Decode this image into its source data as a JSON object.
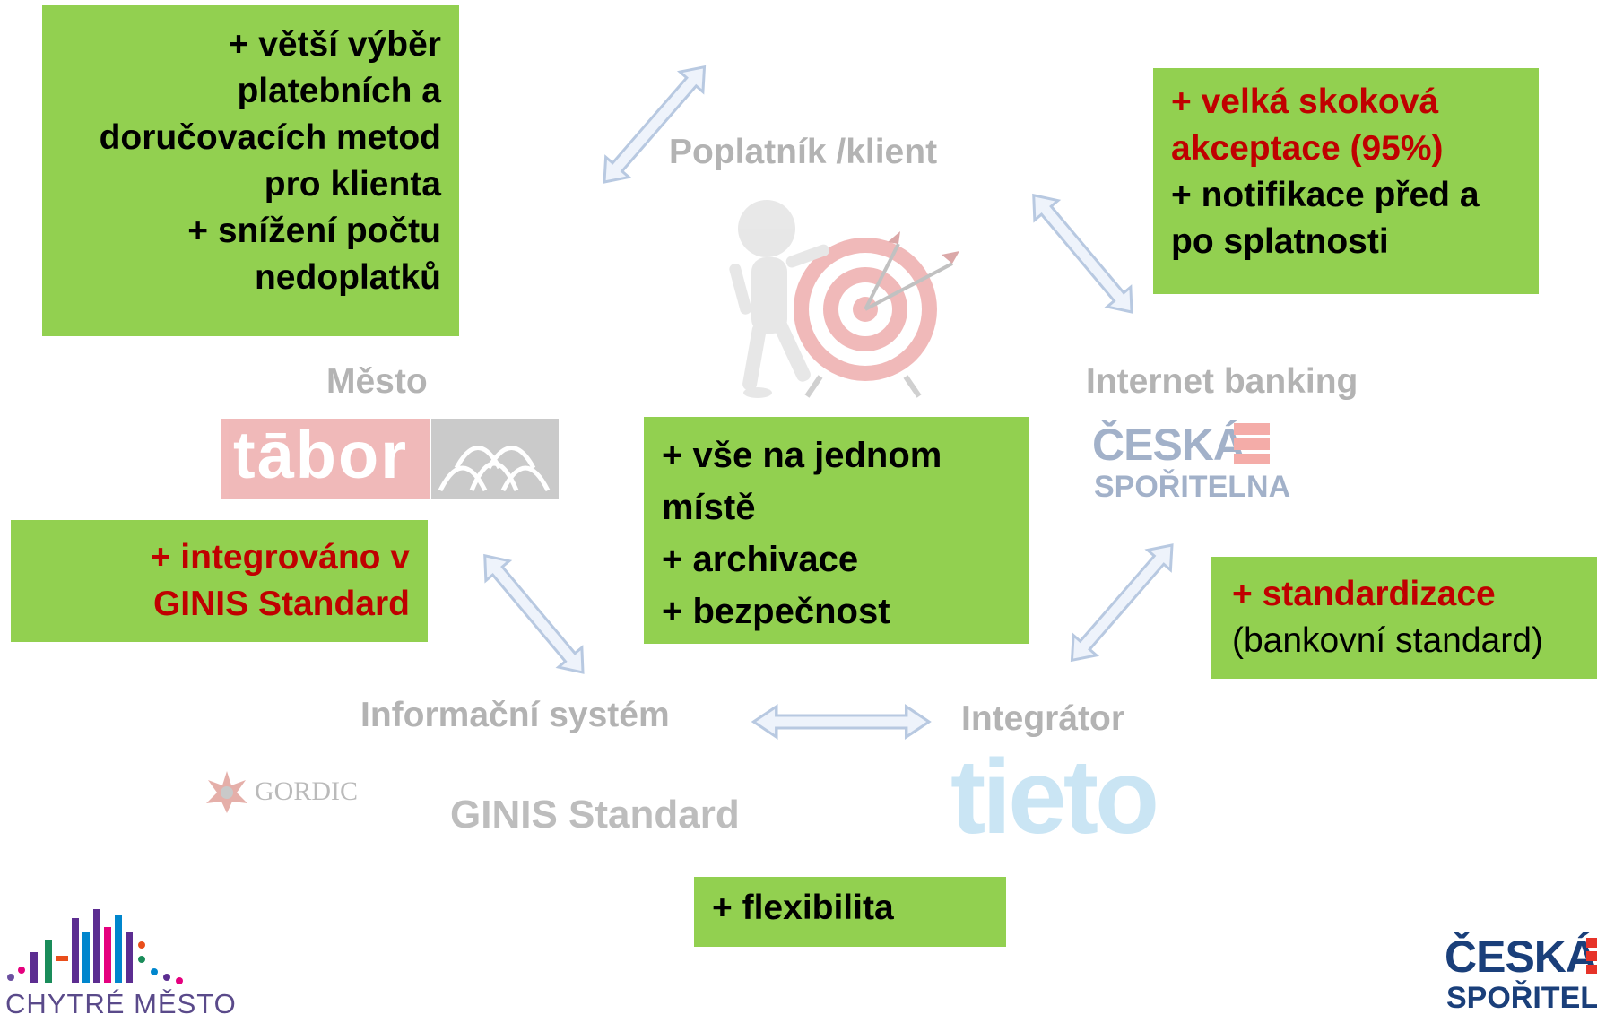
{
  "nodes": {
    "client": "Poplatník /klient",
    "city": "Město",
    "bank": "Internet banking",
    "infosystem": "Informační systém",
    "integrator": "Integrátor"
  },
  "logos": {
    "tabor": "tābor",
    "ceska_sporitelna_top": "ČESKÁ",
    "ceska_sporitelna_bottom": "SPOŘITELNA",
    "gordic": "GORDIC",
    "ginis": "GINIS Standard",
    "tieto": "tieto",
    "chytre_mesto": "CHYTRÉ MĚSTO"
  },
  "benefits": {
    "city_top": [
      "+ větší výběr",
      "platebních a",
      "doručovacích metod",
      "pro klienta",
      "+ snížení počtu",
      "nedoplatků"
    ],
    "bank_top": {
      "red": [
        "+ velká skoková",
        "akceptace (95%)"
      ],
      "black": [
        "+ notifikace před a",
        "po splatnosti"
      ]
    },
    "center": [
      "+ vše na jednom",
      "místě",
      "+ archivace",
      "+ bezpečnost"
    ],
    "city_bottom": [
      "+ integrováno v",
      "GINIS Standard"
    ],
    "integrator": {
      "red": "+ standardizace",
      "normal": "(bankovní standard)"
    },
    "bottom": "+ flexibilita"
  },
  "colors": {
    "benefit_box": "#92d050",
    "highlight_text": "#c00000",
    "node_label": "#b3b3b3",
    "arrow_fill": "#eef3fb",
    "arrow_stroke": "#b8c9e1"
  }
}
